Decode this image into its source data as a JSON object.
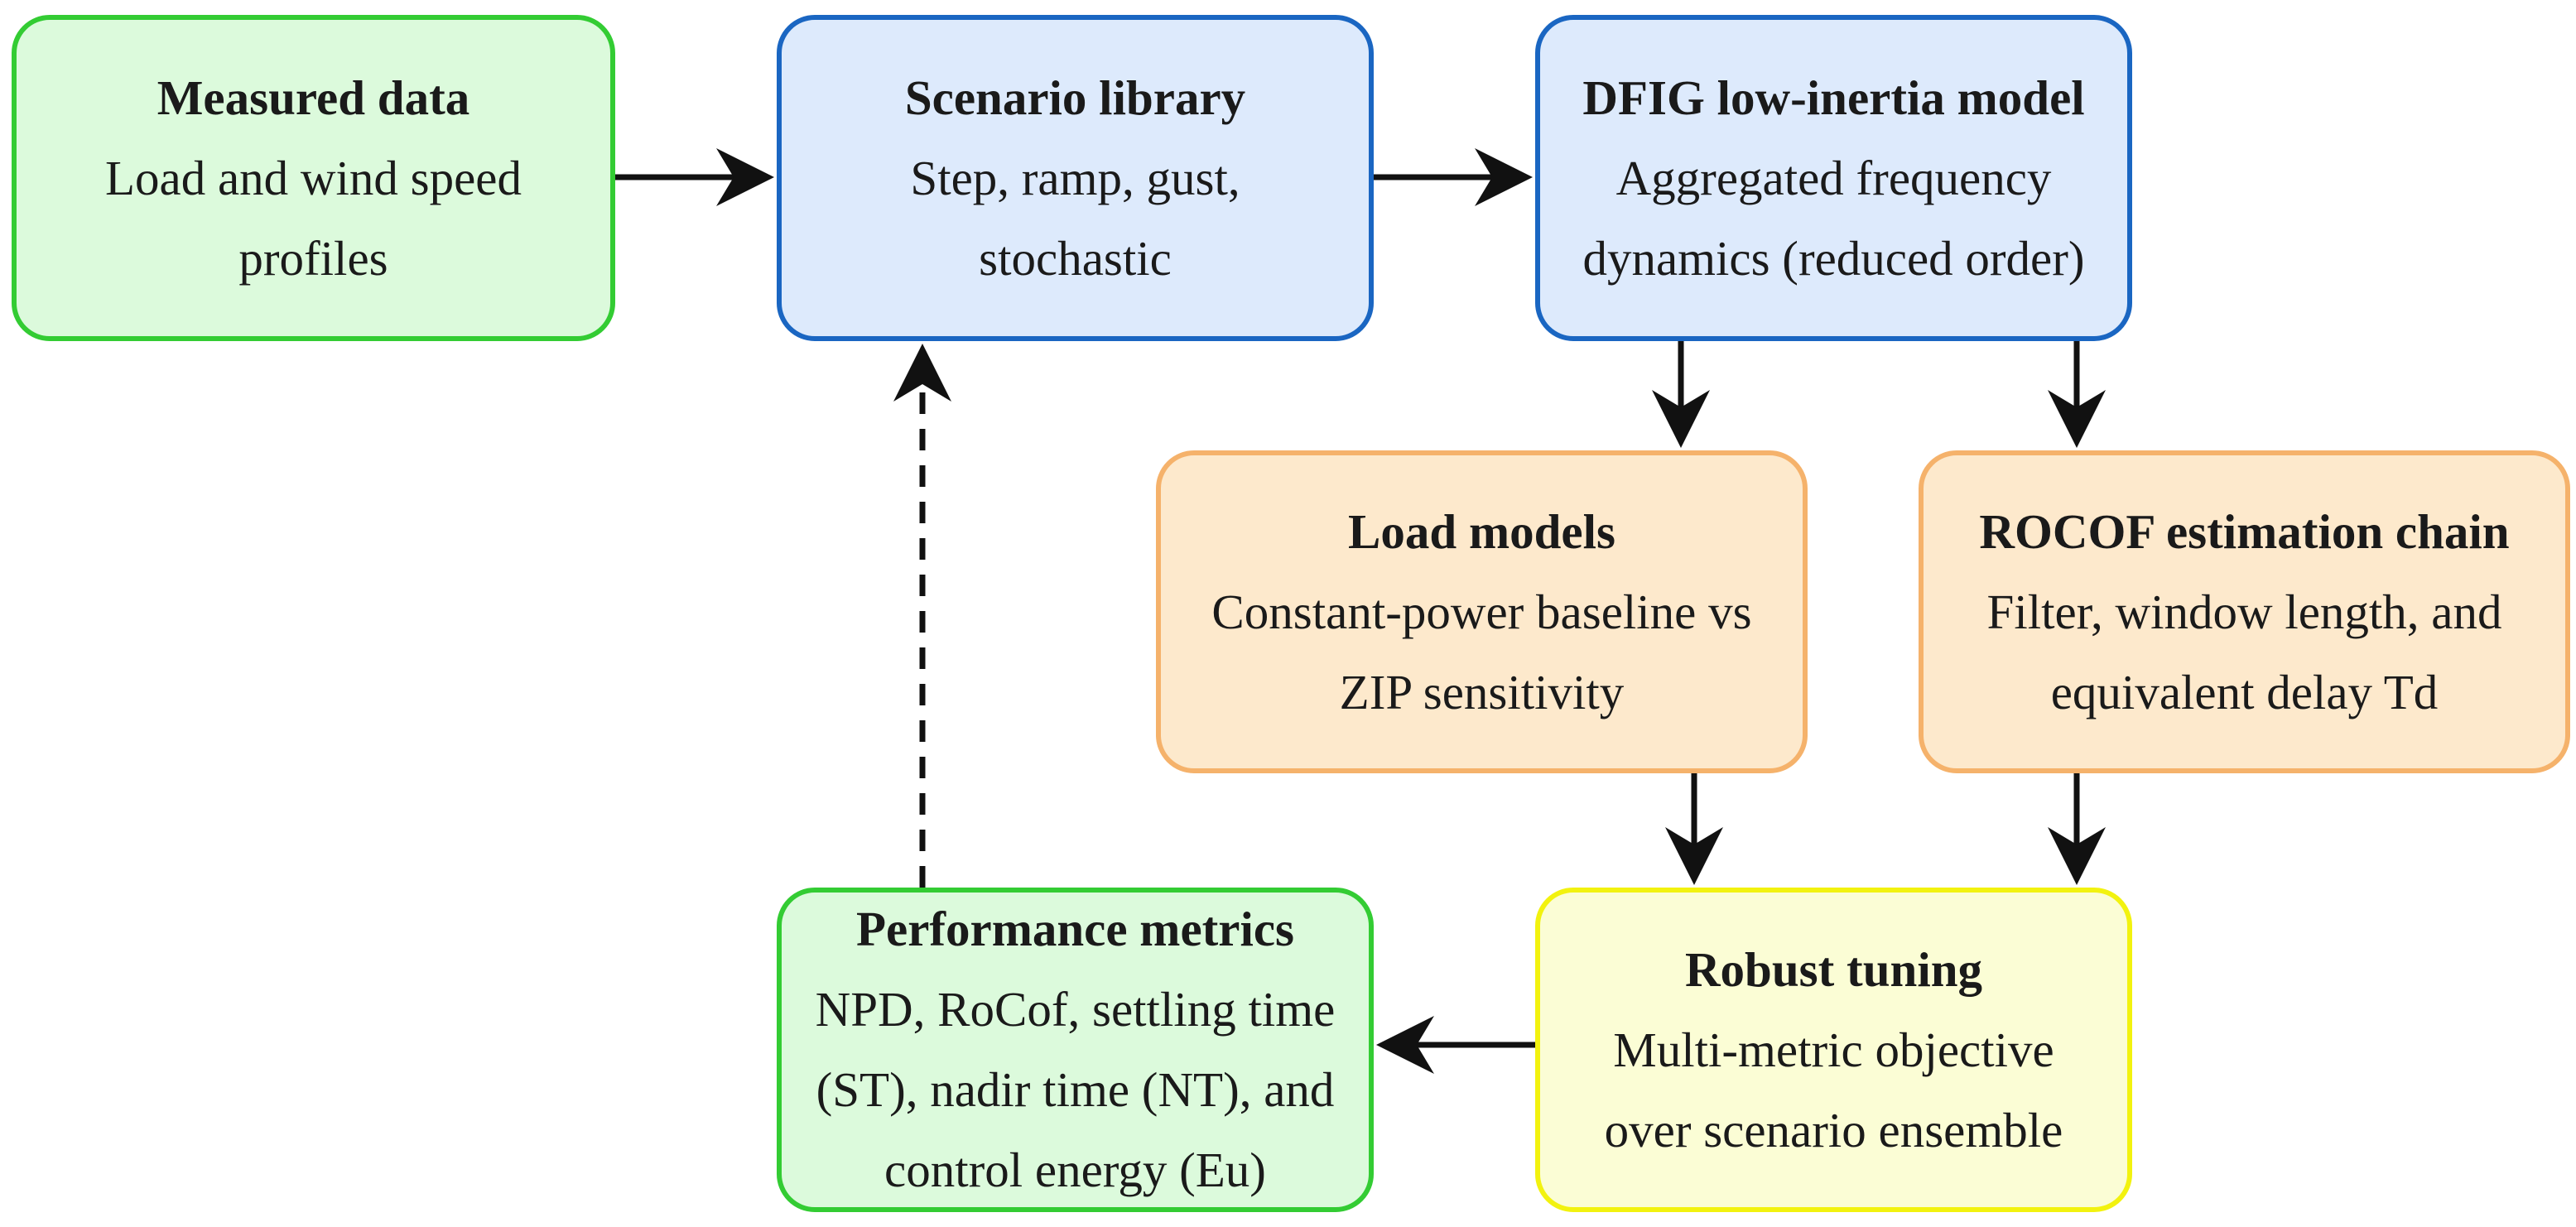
{
  "nodes": {
    "measured_data": {
      "title": "Measured data",
      "lines": [
        "Load and wind speed",
        "profiles"
      ]
    },
    "scenario_library": {
      "title": "Scenario library",
      "lines": [
        "Step, ramp, gust,",
        "stochastic"
      ]
    },
    "dfig_model": {
      "title": "DFIG low-inertia model",
      "lines": [
        "Aggregated frequency",
        "dynamics (reduced order)"
      ]
    },
    "load_models": {
      "title": "Load models",
      "lines": [
        "Constant-power baseline vs",
        "ZIP sensitivity"
      ]
    },
    "rocof_chain": {
      "title": "ROCOF estimation chain",
      "lines": [
        "Filter, window length, and",
        "equivalent delay Td"
      ]
    },
    "performance_metrics": {
      "title": "Performance metrics",
      "lines": [
        "NPD, RoCof, settling time",
        "(ST), nadir time (NT), and",
        "control energy (Eu)"
      ]
    },
    "robust_tuning": {
      "title": "Robust tuning",
      "lines": [
        "Multi-metric objective",
        "over scenario ensemble"
      ]
    }
  },
  "edges": [
    {
      "from": "measured_data",
      "to": "scenario_library",
      "style": "solid"
    },
    {
      "from": "scenario_library",
      "to": "dfig_model",
      "style": "solid"
    },
    {
      "from": "dfig_model",
      "to": "load_models",
      "style": "solid"
    },
    {
      "from": "dfig_model",
      "to": "rocof_chain",
      "style": "solid"
    },
    {
      "from": "load_models",
      "to": "robust_tuning",
      "style": "solid"
    },
    {
      "from": "rocof_chain",
      "to": "robust_tuning",
      "style": "solid"
    },
    {
      "from": "robust_tuning",
      "to": "performance_metrics",
      "style": "solid"
    },
    {
      "from": "performance_metrics",
      "to": "scenario_library",
      "style": "dashed"
    }
  ],
  "colors": {
    "green_fill": "#dcfadc",
    "green_border": "#33cc33",
    "blue_fill": "#ddeafc",
    "blue_border": "#1a66c2",
    "orange_fill": "#fde9cc",
    "orange_border": "#f5b26b",
    "yellow_fill": "#fbfdd5",
    "yellow_border": "#f2f20f",
    "arrow": "#111111"
  }
}
